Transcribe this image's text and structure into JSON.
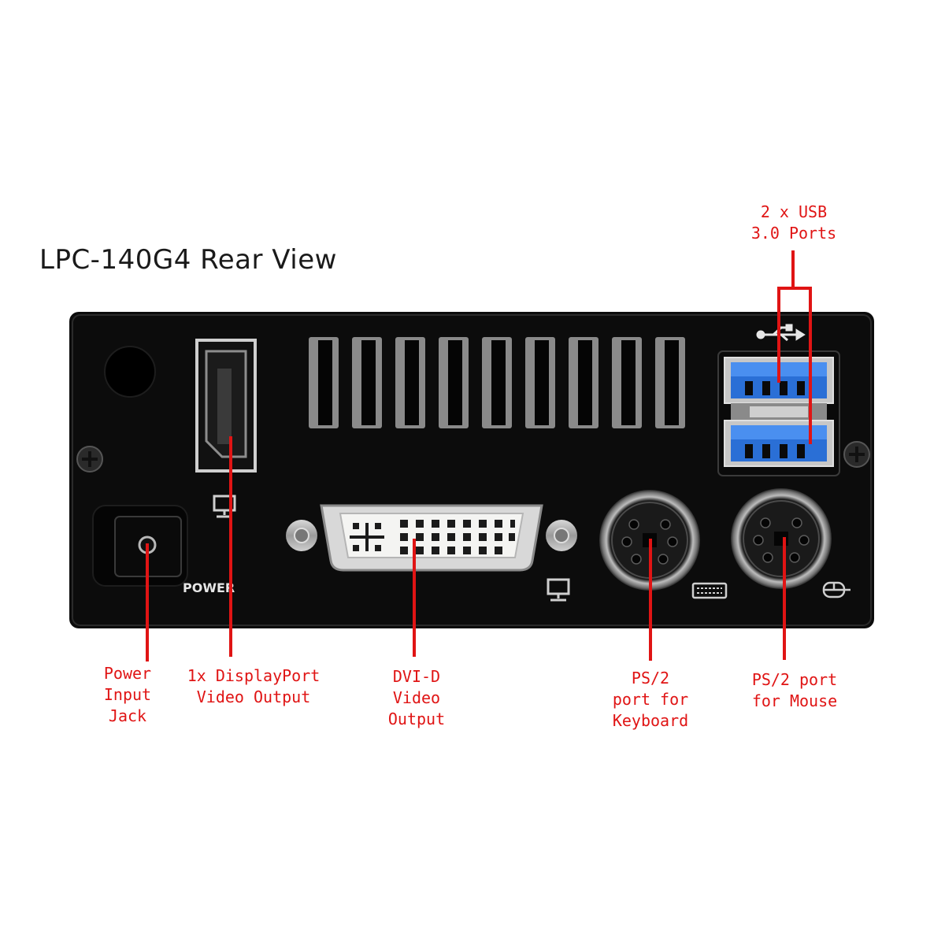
{
  "title": "LPC-140G4 Rear View",
  "panel_label": "POWER",
  "callouts": {
    "usb": [
      "2 x USB",
      "3.0 Ports"
    ],
    "power": [
      "Power",
      "Input",
      "Jack"
    ],
    "displayport": [
      "1x DisplayPort",
      "Video Output"
    ],
    "dvi": [
      "DVI-D",
      "Video",
      "Output"
    ],
    "ps2_keyboard": [
      "PS/2",
      "port for",
      "Keyboard"
    ],
    "ps2_mouse": [
      "PS/2 port",
      "for Mouse"
    ]
  },
  "colors": {
    "callout": "#e01414",
    "panel": "#0c0c0c",
    "usb_blue": "#2a6fd6"
  },
  "icons": [
    "usb-icon",
    "monitor-icon",
    "keyboard-icon",
    "mouse-icon"
  ]
}
